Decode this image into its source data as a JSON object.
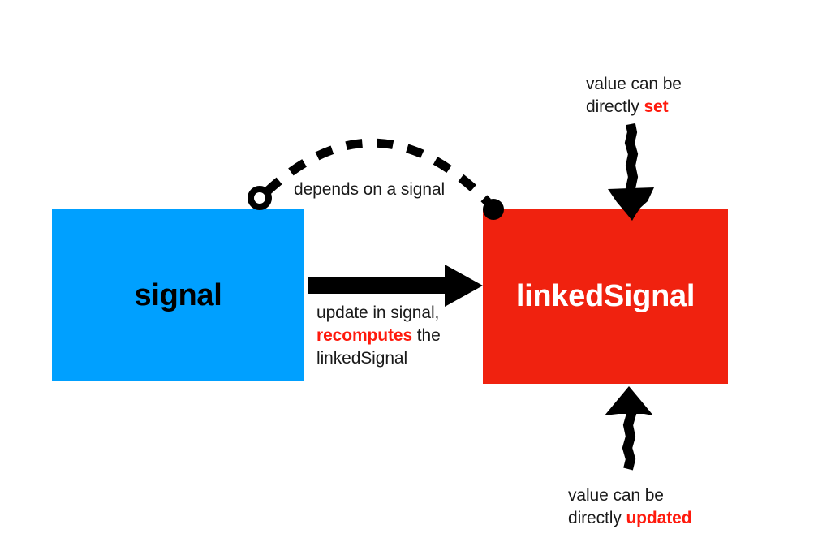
{
  "diagram": {
    "title_nodes": {
      "signal": {
        "label": "signal",
        "color": "#00A0FF",
        "text_color": "#000000"
      },
      "linked_signal": {
        "label": "linkedSignal",
        "color": "#F0220F",
        "text_color": "#FFFFFF"
      }
    },
    "accent_color": "#FF1A0D",
    "annotations": {
      "depends": {
        "text": "depends on a signal"
      },
      "update": {
        "line1": "update in signal,",
        "highlight": "recomputes",
        "line2_tail": " the",
        "line3": "linkedSignal"
      },
      "set": {
        "line1": "value can be",
        "line2_head": "directly ",
        "highlight": "set"
      },
      "updated": {
        "line1": "value can be",
        "line2_head": "directly ",
        "highlight": "updated"
      }
    },
    "connectors": {
      "dashed_arc": {
        "name": "depends-on-arc",
        "from_marker": "hollow-circle",
        "to_marker": "filled-dot",
        "style": "dashed"
      },
      "recompute_arrow": {
        "name": "signal-to-linkedsignal-arrow",
        "direction": "right",
        "style": "solid"
      },
      "set_arrow": {
        "name": "set-arrow",
        "direction": "down",
        "style": "sketch"
      },
      "updated_arrow": {
        "name": "updated-arrow",
        "direction": "up",
        "style": "sketch"
      }
    }
  }
}
